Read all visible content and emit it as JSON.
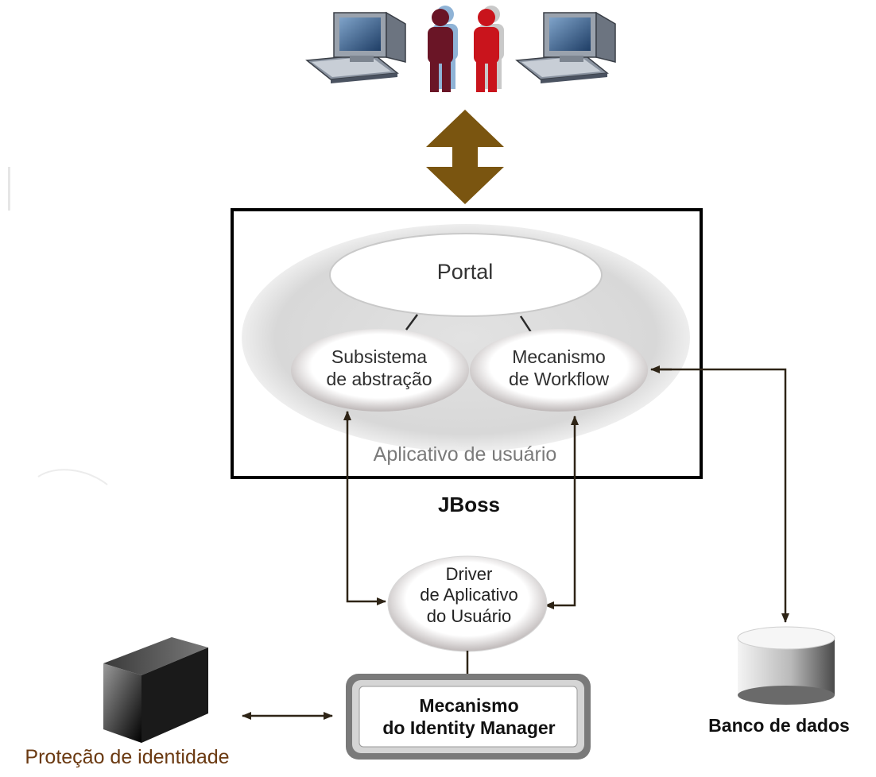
{
  "nodes": {
    "portal": "Portal",
    "subsystem": "Subsistema\nde abstração",
    "workflow": "Mecanismo\nde Workflow",
    "user_app": "Aplicativo de usuário",
    "jboss": "JBoss",
    "driver": "Driver\nde Aplicativo\ndo Usuário",
    "idm_engine": "Mecanismo\ndo Identity Manager",
    "database": "Banco de dados",
    "identity_vault": "Proteção de identidade"
  },
  "colors": {
    "arrow_brown": "#7a5510",
    "line_dark": "#2e2416",
    "person_dark": "#6a1526",
    "person_red": "#c9141c",
    "container_gray": "#d6d6d6"
  },
  "icons": [
    "computer-icon",
    "user-icon",
    "user-icon",
    "computer-icon",
    "database-cylinder-icon",
    "vault-cube-icon"
  ]
}
